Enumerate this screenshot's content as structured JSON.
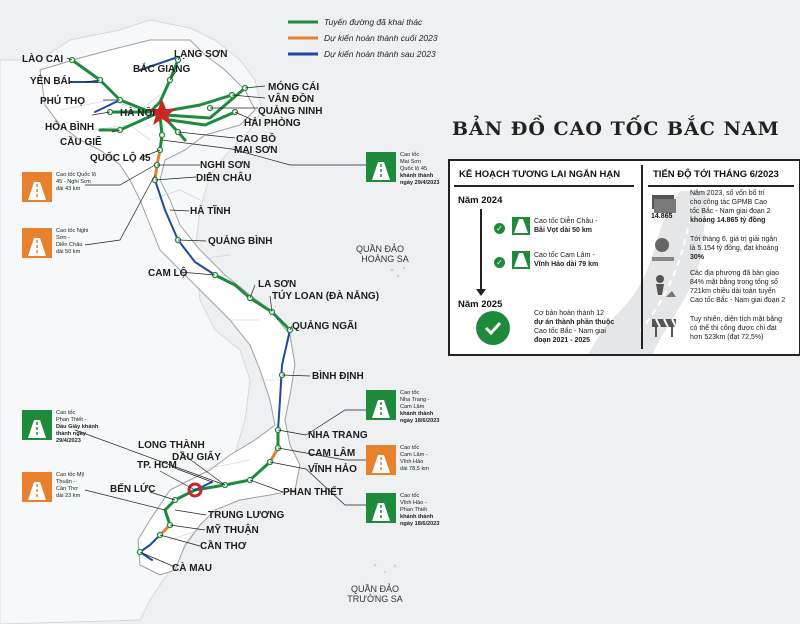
{
  "legend": [
    {
      "label": "Tuyến đường đã khai thác",
      "color": "#1e8a3c"
    },
    {
      "label": "Dự kiến hoàn thành cuối 2023",
      "color": "#e8812e"
    },
    {
      "label": "Dự kiến hoàn thành sau 2023",
      "color": "#1f4aa3"
    }
  ],
  "cities": {
    "lao_cai": "LÀO CAI",
    "yen_bai": "YÊN BÁI",
    "phu_tho": "PHÚ THỌ",
    "ha_noi": "HÀ NỘI",
    "hoa_binh": "HÒA BÌNH",
    "cau_gie": "CẦU GIẼ",
    "quoc_lo_45": "QUỐC LỘ 45",
    "lang_son": "LẠNG SƠN",
    "bac_giang": "BẮC GIANG",
    "mong_cai": "MÓNG CÁI",
    "van_don": "VÂN ĐỒN",
    "quang_ninh": "QUẢNG NINH",
    "hai_phong": "HẢI PHÒNG",
    "cao_bo": "CAO BỒ",
    "mai_son": "MAI SƠN",
    "nghi_son": "NGHI SƠN",
    "dien_chau": "DIỄN CHÂU",
    "ha_tinh": "HÀ TĨNH",
    "quang_binh": "QUẢNG BÌNH",
    "cam_lo": "CAM LỘ",
    "la_son": "LA SƠN",
    "tuy_loan": "TÚY LOAN (ĐÀ NẴNG)",
    "quang_ngai": "QUẢNG NGÃI",
    "binh_dinh": "BÌNH ĐỊNH",
    "nha_trang": "NHA TRANG",
    "cam_lam": "CAM LÂM",
    "vinh_hao": "VĨNH HẢO",
    "phan_thiet": "PHAN THIẾT",
    "long_thanh": "LONG THÀNH",
    "dau_giay": "DẦU GIÂY",
    "tp_hcm": "TP. HCM",
    "ben_luc": "BẾN LỨC",
    "trung_luong": "TRUNG LƯƠNG",
    "my_thuan": "MỸ THUẬN",
    "can_tho": "CẦN THƠ",
    "ca_mau": "CÀ MAU"
  },
  "islands": {
    "hoang_sa": [
      "QUẦN ĐẢO",
      "HOÀNG SA"
    ],
    "truong_sa": [
      "QUẦN ĐẢO",
      "TRƯỜNG SA"
    ]
  },
  "callouts": {
    "mai_son": [
      "Cao tốc",
      "Mai Sơn",
      "Quốc lộ 45",
      "khánh thành",
      "ngày 29/4/2023"
    ],
    "ql45": [
      "Cao tốc Quốc lộ",
      "45 - Nghi Sơn",
      "dài 43 km"
    ],
    "nghi_son": [
      "Cao tốc Nghi Sơn -",
      "Diễn Châu",
      "dài 50 km"
    ],
    "nha_trang": [
      "Cao tốc",
      "Nha Trang -",
      "Cam Lâm",
      "khánh thành",
      "ngày 18/6/2023"
    ],
    "cam_lam": [
      "Cao tốc",
      "Cam Lâm -",
      "Vĩnh Hảo",
      "dài 78,5 km"
    ],
    "vinh_hao": [
      "Cao tốc",
      "Vĩnh Hảo -",
      "Phan Thiết",
      "khánh thành",
      "ngày 18/6/2023"
    ],
    "phan_thiet": [
      "Cao tốc",
      "Phan Thiết -",
      "Dầu Giây khánh",
      "thành ngày",
      "29/4/2023"
    ],
    "my_thuan": [
      "Cao tốc Mỹ Thuận -",
      "Cần Thơ",
      "dài 23 km"
    ]
  },
  "title": "BẢN ĐỒ CAO TỐC BẮC NAM",
  "plan": {
    "heading": "KẾ HOẠCH TƯƠNG LAI NGẮN HẠN",
    "year1": "Năm 2024",
    "item1": [
      "Cao tốc Diễn Châu -",
      "Bãi Vọt dài 50 km"
    ],
    "item2": [
      "Cao tốc Cam Lâm -",
      "Vĩnh Hảo dài 79 km"
    ],
    "year2": "Năm 2025",
    "item3": [
      "Cơ bản hoàn thành 12",
      "dự án thành phần thuộc",
      "Cao tốc Bắc - Nam giai",
      "đoạn 2021 - 2025"
    ]
  },
  "progress": {
    "heading": "TIẾN ĐỘ TỚI THÁNG 6/2023",
    "money_label": "14.865",
    "p1": [
      "Năm 2023, số vốn bố trí",
      "cho công tác GPMB Cao",
      "tốc Bắc - Nam giai đoạn 2",
      "khoảng 14.865 tỷ đồng"
    ],
    "p2": [
      "Tới tháng 6, giá trị giải ngân",
      "là 5.154 tỷ đồng, đạt khoảng",
      "30%"
    ],
    "p3": [
      "Các địa phương đã bàn giao",
      "84% mặt bằng trong tổng số",
      "721km chiều dài toàn tuyến",
      "Cao tốc Bắc - Nam giai đoạn 2"
    ],
    "p4": [
      "Tuy nhiên, diện tích mặt bằng",
      "có thể thi công được chỉ đạt",
      "hơn 523km (đạt 72,5%)"
    ]
  }
}
